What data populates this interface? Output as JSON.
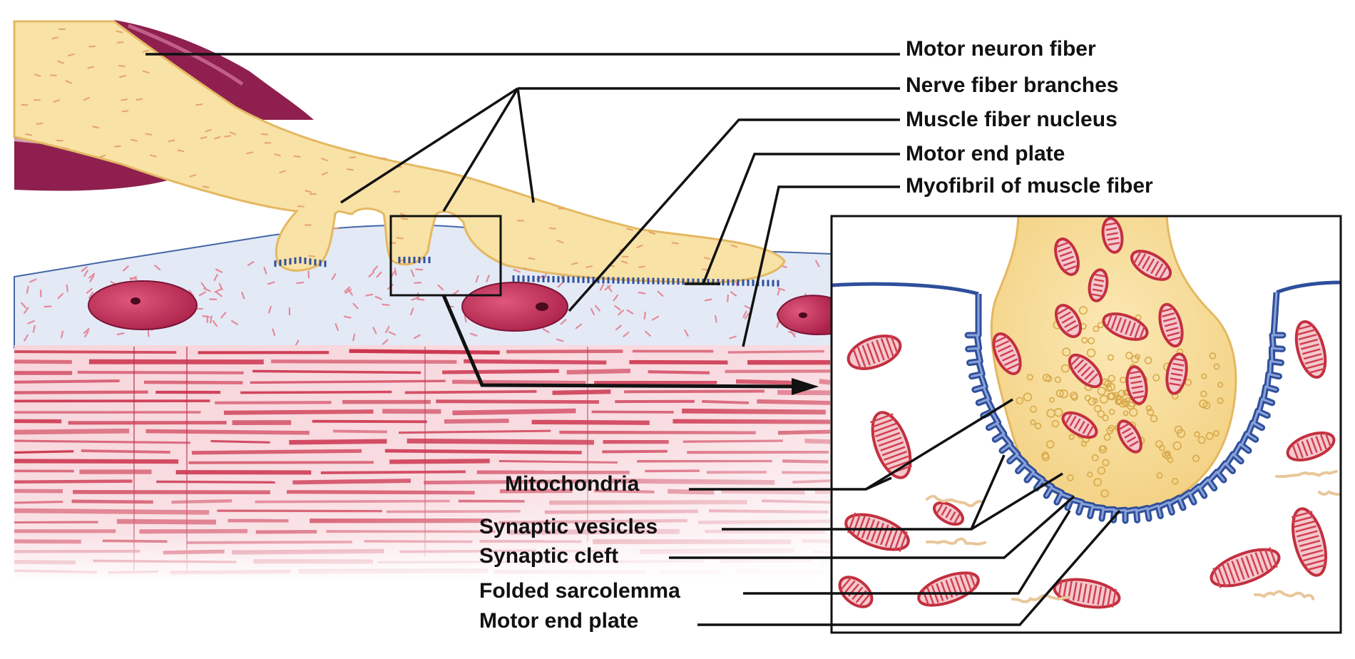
{
  "colors": {
    "axon_fill": "#f8e2a6",
    "axon_outline": "#e9bf6b",
    "sheath": "#8e1f4e",
    "sarcoplasm": "#e3eaf6",
    "nucleus": "#c02b56",
    "myofibril": "#d0283f",
    "sarcolemma_fold": "#2f4f9c",
    "mitochondria": "#d1404f",
    "leader_line": "#111111"
  },
  "labels": {
    "motor_neuron_fiber": "Motor neuron fiber",
    "nerve_fiber_branches": "Nerve fiber branches",
    "muscle_fiber_nucleus": "Muscle fiber nucleus",
    "motor_end_plate_top": "Motor end plate",
    "myofibril": "Myofibril of muscle fiber",
    "mitochondria": "Mitochondria",
    "synaptic_vesicles": "Synaptic vesicles",
    "synaptic_cleft": "Synaptic cleft",
    "folded_sarcolemma": "Folded sarcolemma",
    "motor_end_plate_bottom": "Motor end plate"
  }
}
